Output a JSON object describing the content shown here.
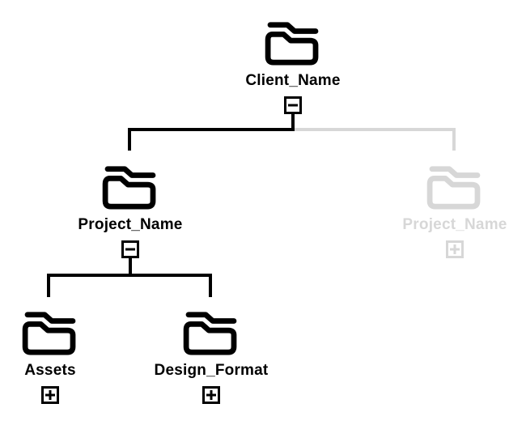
{
  "colors": {
    "active": "#000000",
    "inactive": "#d7d7d7",
    "background": "#ffffff"
  },
  "nodes": {
    "client": {
      "label": "Client_Name",
      "toggle": "minus",
      "state": "expanded"
    },
    "project_left": {
      "label": "Project_Name",
      "toggle": "minus",
      "state": "expanded"
    },
    "project_right": {
      "label": "Project_Name",
      "toggle": "plus",
      "state": "collapsed"
    },
    "assets": {
      "label": "Assets",
      "toggle": "plus",
      "state": "collapsed"
    },
    "design_format": {
      "label": "Design_Format",
      "toggle": "plus",
      "state": "collapsed"
    }
  }
}
